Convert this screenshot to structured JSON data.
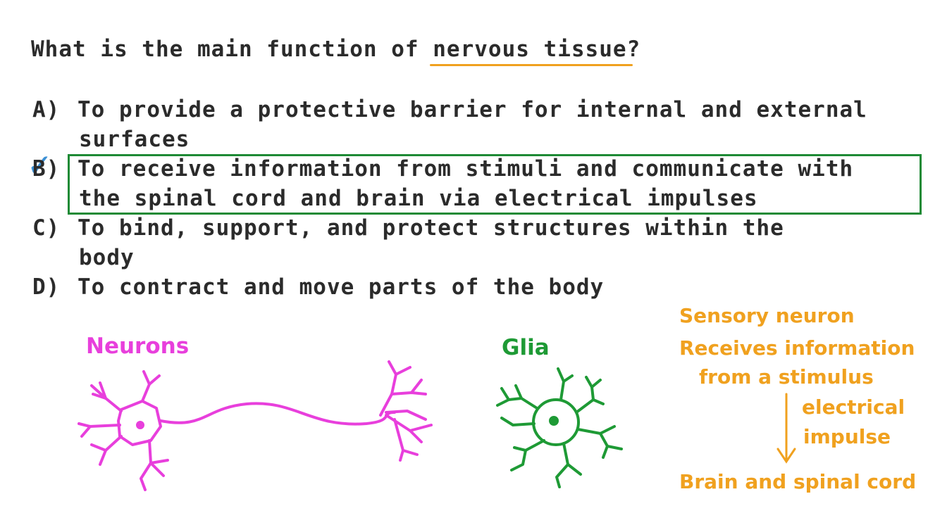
{
  "question": {
    "prefix": "What is the main function of ",
    "highlight": "nervous tissue",
    "suffix": "?"
  },
  "options": [
    {
      "letter": "A)",
      "line1": "To provide a protective barrier for internal and external",
      "line2": "surfaces"
    },
    {
      "letter": "B)",
      "line1": "To receive information from stimuli and communicate with",
      "line2": "the spinal cord and brain via electrical impulses"
    },
    {
      "letter": "C)",
      "line1": "To bind, support, and protect structures within the",
      "line2": "body"
    },
    {
      "letter": "D)",
      "line1": "To contract and move parts of the body",
      "line2": ""
    }
  ],
  "selected_option": "B",
  "diagram": {
    "neurons_label": "Neurons",
    "glia_label": "Glia",
    "sensory_title": "Sensory neuron",
    "sensory_line1": "Receives information",
    "sensory_line2": "from a stimulus",
    "arrow_line1": "electrical",
    "arrow_line2": "impulse",
    "destination": "Brain and spinal cord"
  },
  "colors": {
    "highlight": "#f0a11f",
    "answer_box": "#1e8a35",
    "check": "#3b8fd4",
    "neuron": "#e83fdc",
    "glia": "#1e9a35"
  }
}
